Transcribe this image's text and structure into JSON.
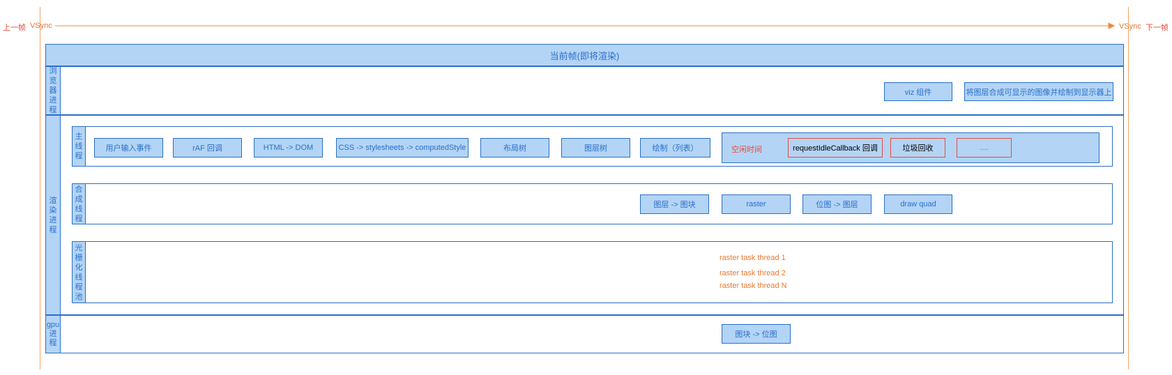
{
  "vsync": {
    "prev_label": "上一帧",
    "next_label": "下一帧",
    "left_vsync": "VSync",
    "right_vsync": "VSync"
  },
  "frame": {
    "title": "当前帧(即将渲染)"
  },
  "browser_process": {
    "label": "浏览器进程",
    "viz": "viz 组件",
    "viz_desc": "将图层合成可显示的图像并绘制到显示器上"
  },
  "render_process": {
    "label": "渲染进程",
    "main_thread": {
      "label": "主线程",
      "steps": [
        "用户输入事件",
        "rAF 回调",
        "HTML -> DOM",
        "CSS -> stylesheets -> computedStyle",
        "布局树",
        "图层树",
        "绘制（列表）"
      ],
      "idle_label": "空闲时间",
      "idle_items": [
        "requestIdleCallback 回调",
        "垃圾回收",
        "...."
      ]
    },
    "compositor_thread": {
      "label": "合成线程",
      "steps": [
        "图层 -> 图块",
        "raster",
        "位图 -> 图层",
        "draw quad"
      ]
    },
    "raster_pool": {
      "label": "光栅化线程池",
      "threads": [
        "raster task thread 1",
        "raster task thread 2",
        "raster task thread N"
      ]
    }
  },
  "gpu_process": {
    "label": "gpu进程",
    "step": "图块 -> 位图"
  },
  "colors": {
    "accent_blue": "#2a6fc9",
    "fill_blue": "#b3d4f5",
    "orange": "#e8772e",
    "red": "#e74c3c"
  }
}
